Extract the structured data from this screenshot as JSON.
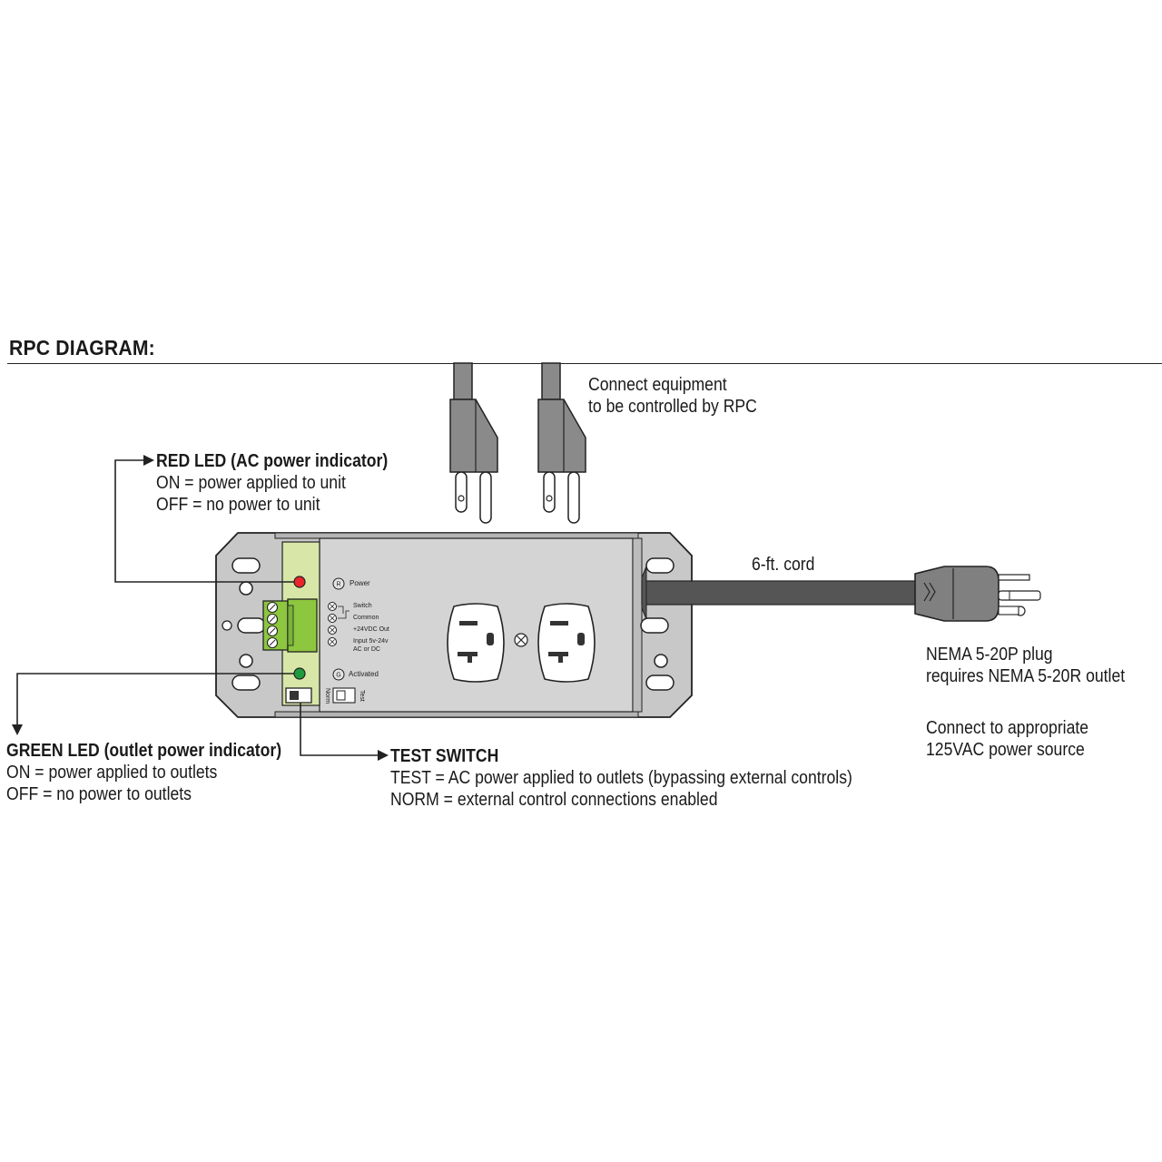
{
  "title": "RPC DIAGRAM:",
  "equipment_note": {
    "line1": "Connect equipment",
    "line2": "to be controlled by RPC"
  },
  "red_led": {
    "heading": "RED LED (AC power indicator)",
    "on": "ON = power applied to unit",
    "off": "OFF = no power to unit"
  },
  "green_led": {
    "heading": "GREEN LED (outlet power indicator)",
    "on": "ON = power applied to outlets",
    "off": "OFF = no power to outlets"
  },
  "test_switch": {
    "heading": "TEST SWITCH",
    "test": "TEST = AC power applied to outlets (bypassing external controls)",
    "norm": "NORM = external control connections enabled"
  },
  "cord": {
    "label": "6-ft. cord"
  },
  "plug_note": {
    "line1": "NEMA 5-20P plug",
    "line2": "requires NEMA 5-20R outlet"
  },
  "power_note": {
    "line1": "Connect to appropriate",
    "line2": "125VAC power source"
  },
  "panel": {
    "power": "Power",
    "switch": "Switch",
    "common": "Common",
    "out24": "+24VDC Out",
    "input1": "Input 5v-24v",
    "input2": "AC or DC",
    "activated": "Activated",
    "test": "Test",
    "norm": "Norm",
    "power_badge": "R",
    "activated_badge": "G"
  },
  "colors": {
    "red_led": "#e8262b",
    "green_led": "#1e9b3c",
    "terminal_block": "#8dc63f",
    "housing": "#c8c8c8",
    "cord": "#555555"
  }
}
